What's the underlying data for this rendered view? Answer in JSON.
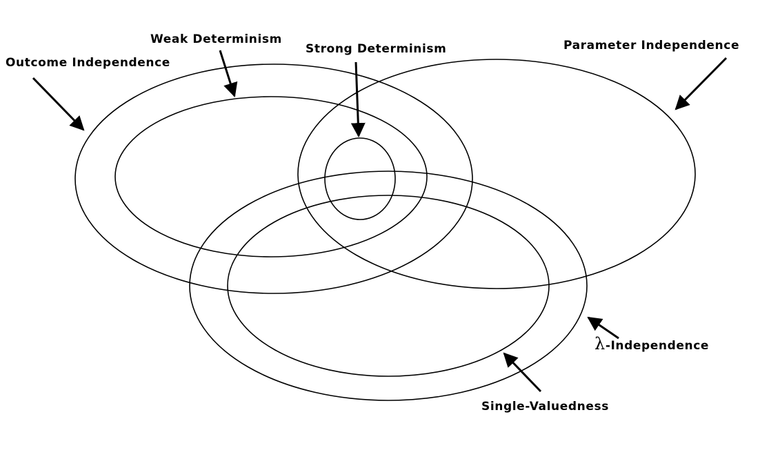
{
  "diagram": {
    "stroke_color": "#000000",
    "background_color": "#ffffff",
    "labels": {
      "weak_determinism": "Weak Determinism",
      "strong_determinism": "Strong Determinism",
      "outcome_independence": "Outcome Independence",
      "parameter_independence": "Parameter Independence",
      "lambda_symbol": "λ",
      "lambda_independence": "-Independence",
      "single_valuedness": "Single-Valuedness"
    }
  }
}
